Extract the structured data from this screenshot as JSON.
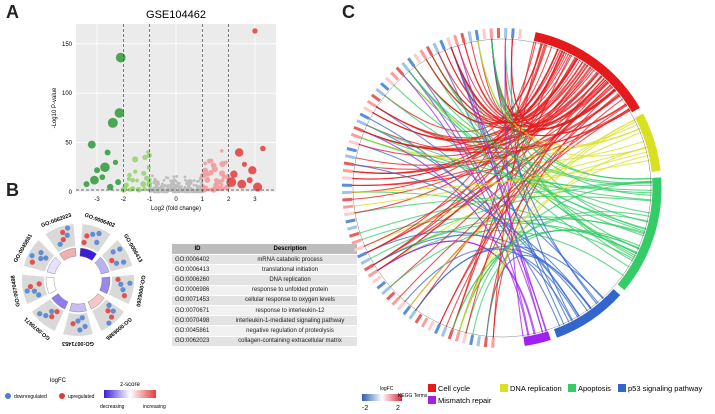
{
  "panels": {
    "a": "A",
    "b": "B",
    "c": "C"
  },
  "chart_data": [
    {
      "type": "scatter",
      "title": "GSE104462",
      "xlabel": "Log2 (fold change)",
      "ylabel": "-Log10 P-value",
      "xlim": [
        -3.8,
        3.8
      ],
      "ylim": [
        0,
        170
      ],
      "xticks": [
        "-3",
        "-2",
        "-1",
        "0",
        "1",
        "2",
        "3"
      ],
      "yticks": [
        "0",
        "50",
        "100",
        "150"
      ],
      "vlines": [
        -2,
        -1,
        1,
        2
      ],
      "hline": 2,
      "grid": true,
      "colors": {
        "down_strong": "#2e9a3a",
        "down_weak": "#9ed77f",
        "neutral": "#bdbdbd",
        "up_weak": "#f3a0a0",
        "up_strong": "#e53b3b"
      }
    },
    {
      "type": "table",
      "columns": [
        "ID",
        "Description"
      ],
      "rows": [
        [
          "GO:0006402",
          "mRNA catabolic process"
        ],
        [
          "GO:0006413",
          "translational initiation"
        ],
        [
          "GO:0006260",
          "DNA replication"
        ],
        [
          "GO:0006986",
          "response to unfolded protein"
        ],
        [
          "GO:0071453",
          "cellular response to oxygen levels"
        ],
        [
          "GO:0070671",
          "response to interleukin-12"
        ],
        [
          "GO:0070498",
          "interleukin-1-mediated signaling pathway"
        ],
        [
          "GO:0045861",
          "negative regulation of proteolysis"
        ],
        [
          "GO:0062023",
          "collagen-containing extracellular matrix"
        ]
      ]
    },
    {
      "type": "chord",
      "terms": [
        {
          "name": "Cell cycle",
          "color": "#e41a1c"
        },
        {
          "name": "DNA replication",
          "color": "#d9e021"
        },
        {
          "name": "Apoptosis",
          "color": "#33cc66"
        },
        {
          "name": "p53 signaling pathway",
          "color": "#3366cc"
        },
        {
          "name": "Mismatch repair",
          "color": "#a020f0"
        }
      ],
      "legend_logfc_title": "logFC",
      "legend_logfc_ticks": [
        "-2",
        "2"
      ],
      "legend_terms_title": "KEGG Terms"
    }
  ],
  "legendB": {
    "logfc_title": "logFC",
    "down": "downregulated",
    "up": "upregulated",
    "zscore_title": "z-score",
    "decreasing": "decreasing",
    "increasing": "increasing"
  }
}
